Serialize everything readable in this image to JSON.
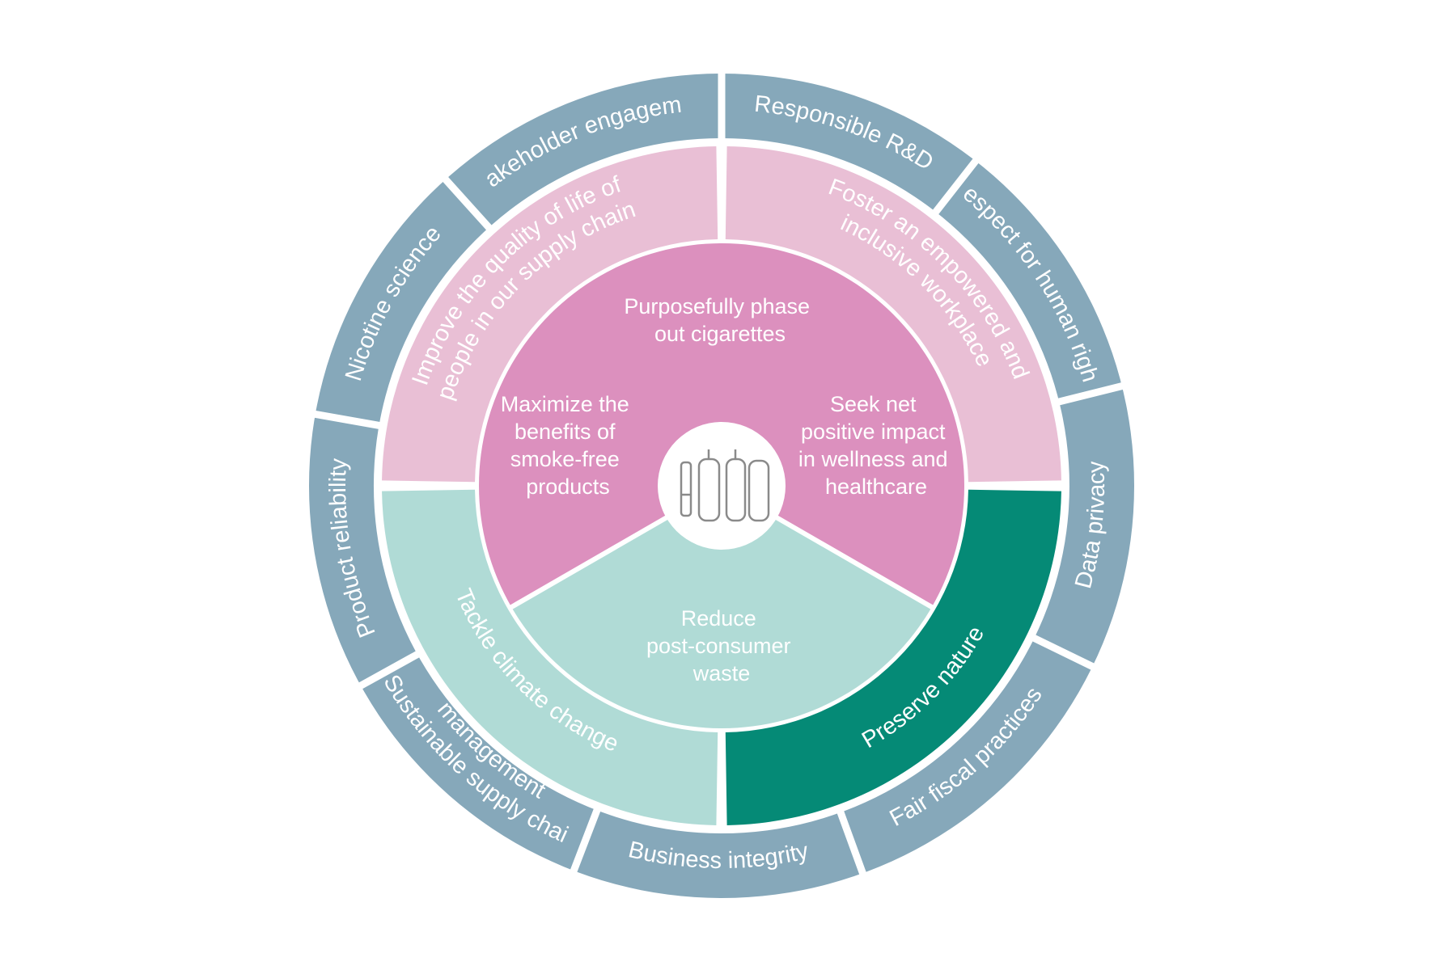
{
  "colors": {
    "outer_ring": "#86a8ba",
    "pink_light": "#e9bfd5",
    "pink_core": "#dc90be",
    "mint": "#b0dbd6",
    "teal": "#058a76",
    "center": "#ffffff",
    "separator": "#ffffff",
    "text": "#ffffff"
  },
  "outer_ring": [
    {
      "label": "Stakeholder engagement"
    },
    {
      "label": "Responsible R&D"
    },
    {
      "label": "Respect for human rights"
    },
    {
      "label": "Data privacy"
    },
    {
      "label": "Fair fiscal practices"
    },
    {
      "label": "Business integrity"
    },
    {
      "label": "Sustainable supply chain",
      "label2": "management"
    },
    {
      "label": "Product reliability"
    },
    {
      "label": "Nicotine science"
    }
  ],
  "middle_ring": [
    {
      "line1": "Improve the quality of life of",
      "line2": "people in our supply chain",
      "color": "pink_light"
    },
    {
      "line1": "Foster an empowered and",
      "line2": "inclusive workplace",
      "color": "pink_light"
    },
    {
      "line1": "Preserve nature",
      "line2": "",
      "color": "teal"
    },
    {
      "line1": "Tackle climate change",
      "line2": "",
      "color": "mint"
    }
  ],
  "core": [
    {
      "lines": [
        "Purposefully phase",
        "out cigarettes"
      ]
    },
    {
      "lines": [
        "Seek net",
        "positive impact",
        "in wellness and",
        "healthcare"
      ]
    },
    {
      "lines": [
        "Reduce",
        "post-consumer",
        "waste"
      ]
    },
    {
      "lines": [
        "Maximize the",
        "benefits of",
        "smoke-free",
        "products"
      ]
    }
  ],
  "center_icon": "smoke-free-products-icon"
}
